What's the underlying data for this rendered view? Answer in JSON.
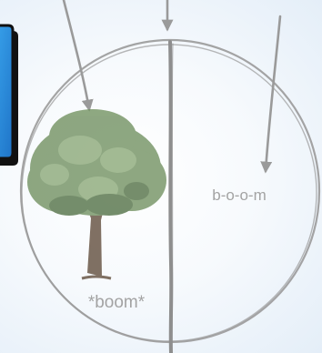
{
  "labels": {
    "left_word": "*boom*",
    "right_word": "b-o-o-m"
  },
  "icons": {
    "tree": "tree-icon",
    "card": "card-fragment"
  },
  "colors": {
    "line": "#9a9a9a",
    "text": "#a3a3a3",
    "card_blue": "#2a8fe0",
    "card_border": "#111111",
    "tree_green": "#6f8f5e"
  }
}
